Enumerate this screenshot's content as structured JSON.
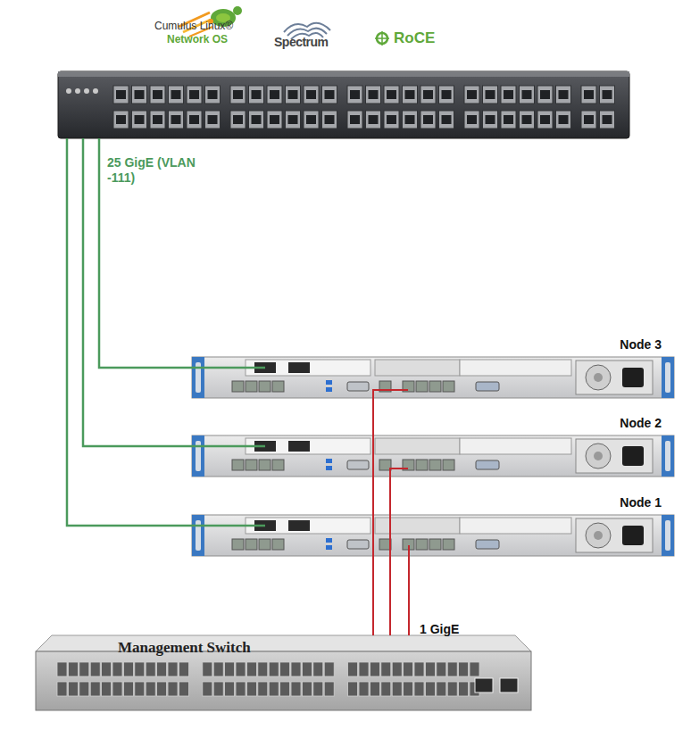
{
  "diagram": {
    "nodes": [
      {
        "text": [
          "Cumulus Linux®",
          "Network OS",
          "Spectrum",
          "RoCE"
        ]
      },
      {
        "text": [
          "Node 3"
        ]
      },
      {
        "text": [
          "Node 2"
        ]
      },
      {
        "text": [
          "Node 1"
        ]
      },
      {
        "text": [
          "Management Switch"
        ]
      }
    ],
    "edges": [
      {
        "from": 0,
        "to": 1,
        "arrow": "none",
        "label": "25 GigE (VLAN -111)"
      },
      {
        "from": 0,
        "to": 2,
        "arrow": "none"
      },
      {
        "from": 0,
        "to": 3,
        "arrow": "none"
      },
      {
        "from": 4,
        "to": 1,
        "arrow": "none"
      },
      {
        "from": 4,
        "to": 2,
        "arrow": "none"
      },
      {
        "from": 4,
        "to": 3,
        "arrow": "none",
        "label": "1 GigE"
      }
    ]
  }
}
